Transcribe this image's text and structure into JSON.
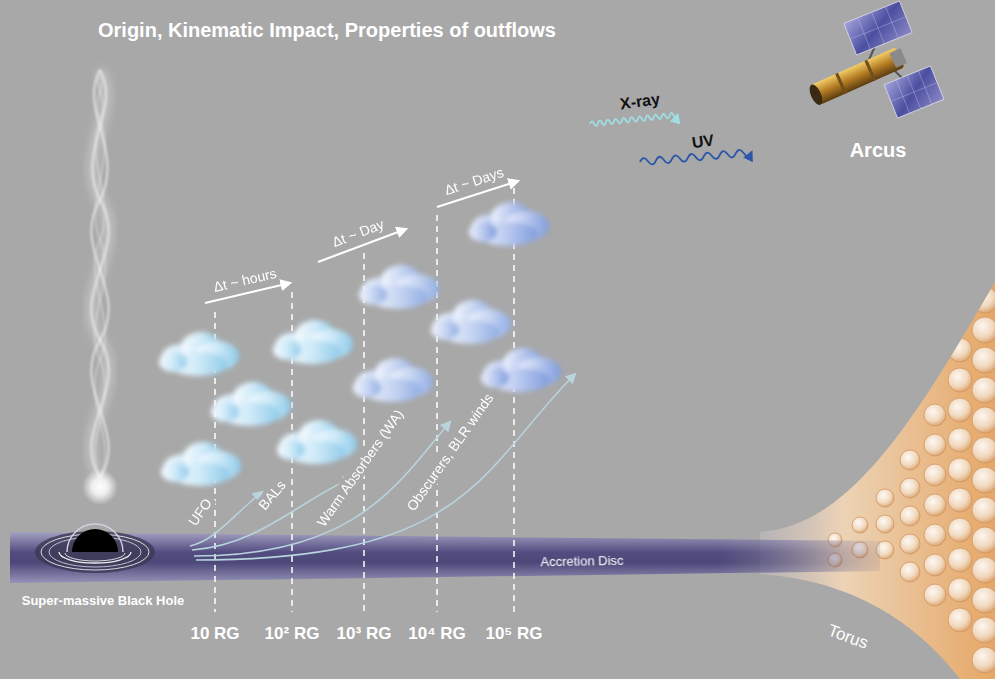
{
  "diagram": {
    "title": "Origin, Kinematic Impact, Properties of outflows",
    "labels": [
      "Δt ~ hours",
      "Δt ~ Day",
      "Δt ~ Days",
      "X-ray",
      "UV",
      "Arcus",
      "UFO",
      "BALs",
      "Warm Absorbers (WA)",
      "Obscurers, BLR winds",
      "Accretion Disc",
      "Super-massive Black Hole",
      "10 RG",
      "10² RG",
      "10³ RG",
      "10⁴ RG",
      "10⁵ RG",
      "Torus"
    ]
  }
}
